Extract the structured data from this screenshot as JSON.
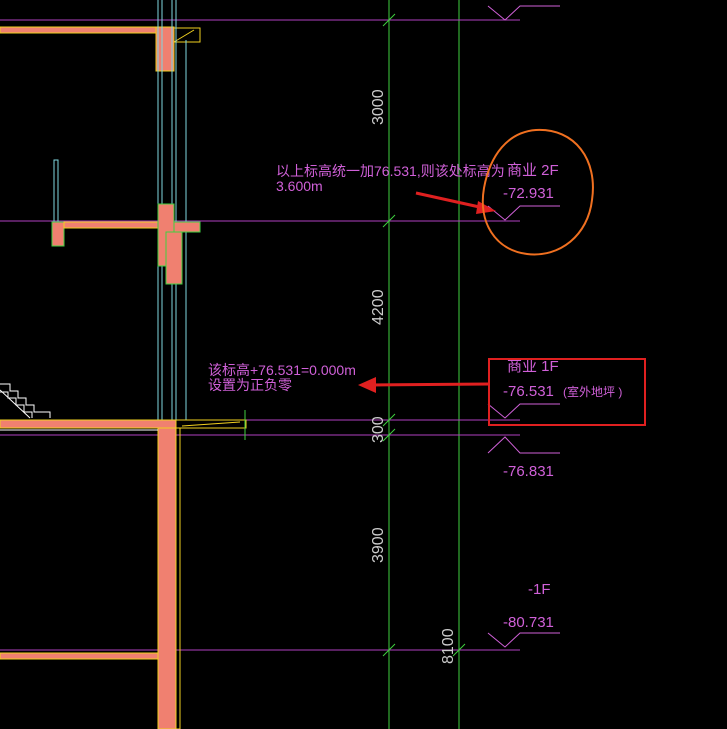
{
  "drawing": {
    "colors": {
      "background": "#000000",
      "grid_green": "#3fd13f",
      "level_magenta": "#b040c0",
      "text_magenta": "#d060d8",
      "wall_salmon": "#f08070",
      "wall_outline": "#f0d020",
      "glass_cyan": "#7fd8e0",
      "annotation_red": "#e02020",
      "annotation_orange": "#f07020",
      "dim_text": "#cccccc"
    },
    "dimensions": {
      "d_3000": "3000",
      "d_4200": "4200",
      "d_300": "300",
      "d_3900": "3900",
      "d_8100": "8100"
    },
    "levels": {
      "l2f_name": "商业 2F",
      "l2f_value": "-72.931",
      "l1f_name": "商业 1F",
      "l1f_value": "-76.531",
      "l1f_note": "(室外地坪 )",
      "lower_value": "-76.831",
      "b1_name": "-1F",
      "b1_value": "-80.731"
    },
    "annotations": {
      "note_top_line1": "以上标高统一加76.531,则该处标高为",
      "note_top_line2": "3.600m",
      "note_mid_line1": "该标高+76.531=0.000m",
      "note_mid_line2": "设置为正负零"
    }
  }
}
